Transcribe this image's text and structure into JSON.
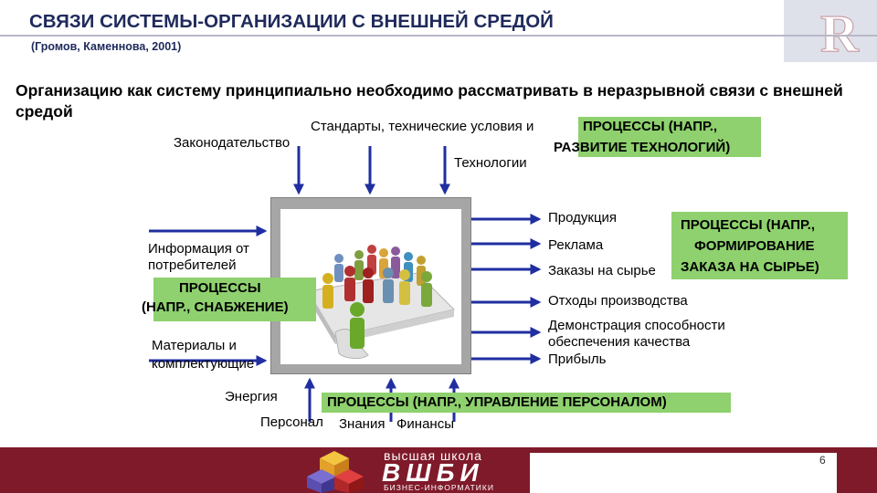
{
  "header": {
    "title": "СВЯЗИ СИСТЕМЫ-ОРГАНИЗАЦИИ С ВНЕШНЕЙ СРЕДОЙ",
    "subtitle": "(Громов, Каменнова, 2001)",
    "logo_letter": "R"
  },
  "intro": "Организацию как систему принципиально необходимо рассматривать в неразрывной связи с внешней средой",
  "inputs_top": {
    "standards": "Стандарты, технические условия и",
    "legislation": "Законодательство",
    "technology": "Технологии"
  },
  "process_tech": {
    "line1": "ПРОЦЕССЫ (НАПР.,",
    "line2": "РАЗВИТИЕ ТЕХНОЛОГИЙ)"
  },
  "inputs_left": {
    "info_line1": "Информация от",
    "info_line2": "потребителей",
    "materials_line1": "Материалы и",
    "materials_line2": "комплектующие"
  },
  "process_supply": {
    "line1": "ПРОЦЕССЫ",
    "line2": "(НАПР., СНАБЖЕНИЕ)"
  },
  "outputs": {
    "product": "Продукция",
    "ads": "Реклама",
    "orders": "Заказы на сырье",
    "waste": "Отходы производства",
    "quality_line1": "Демонстрация способности",
    "quality_line2": "обеспечения качества",
    "profit": "Прибыль"
  },
  "process_orders": {
    "line1": "ПРОЦЕССЫ (НАПР.,",
    "line2": "ФОРМИРОВАНИЕ",
    "line3": "ЗАКАЗА НА СЫРЬЕ)"
  },
  "inputs_bottom": {
    "energy": "Энергия",
    "personnel": "Персонал",
    "knowledge": "Знания",
    "finance": "Финансы"
  },
  "process_hr": "ПРОЦЕССЫ (НАПР., УПРАВЛЕНИЕ ПЕРСОНАЛОМ)",
  "footer": {
    "page_number": "6",
    "logo_top": "высшая школа",
    "logo_main": "ВШБИ",
    "logo_sub": "БИЗНЕС-ИНФОРМАТИКИ"
  },
  "colors": {
    "title": "#1f2a5c",
    "arrow": "#1f2ea0",
    "process_fill": "#8ed16e",
    "footer": "#7f1a2a"
  }
}
